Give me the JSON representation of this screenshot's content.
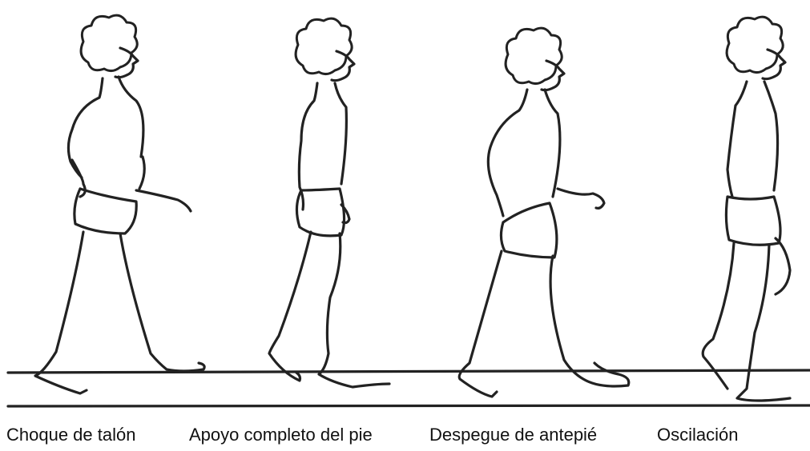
{
  "phases": [
    {
      "id": "heel-strike",
      "label": "Choque de talón"
    },
    {
      "id": "foot-flat",
      "label": "Apoyo completo del pie"
    },
    {
      "id": "toe-off",
      "label": "Despegue de antepié"
    },
    {
      "id": "swing",
      "label": "Oscilación"
    }
  ]
}
